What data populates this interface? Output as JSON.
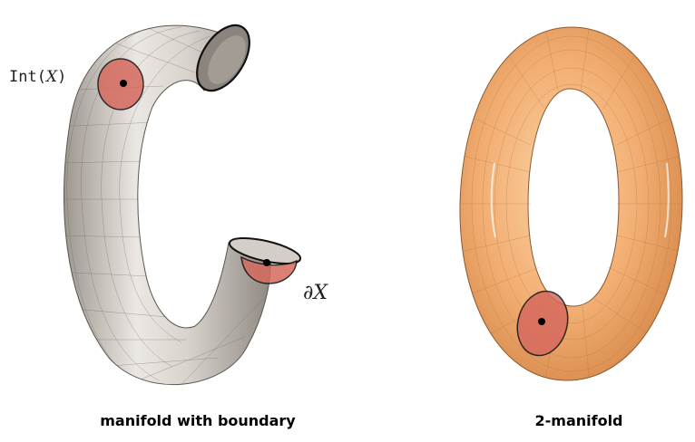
{
  "labels": {
    "interior_prefix": "Int(",
    "interior_var": "X",
    "interior_suffix": ")",
    "boundary": "∂X"
  },
  "captions": {
    "left": "manifold with boundary",
    "right": "2-manifold"
  },
  "colors": {
    "grey_tube": "#c9c3bb",
    "orange_torus": "#f4b27a",
    "neighborhood_disk": "#d66a5e",
    "outline": "#111111"
  }
}
